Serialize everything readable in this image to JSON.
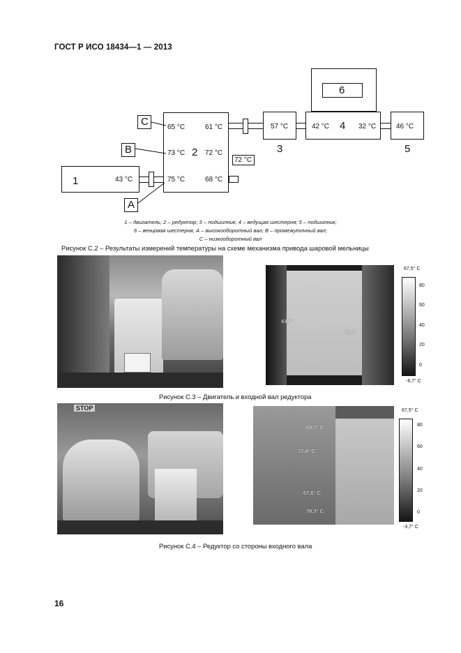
{
  "header": {
    "standard": "ГОСТ Р ИСО 18434—1 — 2013"
  },
  "page_number": "16",
  "diagram": {
    "boxes": {
      "b1": {
        "num": "1",
        "temp": "43 °C"
      },
      "b2": {
        "num": "2",
        "temp_tl": "65 °C",
        "temp_tr": "61 °C",
        "temp_ml": "73 °C",
        "temp_mr": "72 °C",
        "temp_bl": "75 °C",
        "temp_br": "68 °C"
      },
      "b3": {
        "num": "3",
        "temp": "57 °C"
      },
      "b4": {
        "num": "4",
        "temp_l": "42 °C",
        "temp_r": "32 °C"
      },
      "b5": {
        "num": "5",
        "temp": "46 °C"
      },
      "b6": {
        "num": "6"
      },
      "right_shaft_temp": "72 °C"
    },
    "labels": {
      "a": "A",
      "b": "B",
      "c": "C"
    },
    "legend": [
      "1 – двигатель; 2 – редуктор; 3 – подшипник; 4 – ведущая шестерня; 5 – подшипник;",
      "6 – венцовая шестерня, А – высокооборотный вал; В – промежуточный вал;",
      "С – низкооборотный вал"
    ],
    "title": "Рисунок С.2 – Результаты измерений температуры на схеме механизма привода шаровой мельницы"
  },
  "figure_c3": {
    "title": "Рисунок С.3 – Двигатель и входной вал редуктора",
    "thermo": {
      "max": "67,5° C",
      "min": "-8,7° C",
      "ticks": [
        "80",
        "60",
        "40",
        "20",
        "0"
      ],
      "probes": [
        "43,7°",
        "75,4°"
      ]
    }
  },
  "figure_c4": {
    "title": "Рисунок С.4 – Редуктор со стороны входного вала",
    "stop_sign": "STOP",
    "thermo": {
      "max": "67,5° C",
      "min": "-3,7° C",
      "ticks": [
        "80",
        "60",
        "40",
        "20",
        "0"
      ],
      "probes": [
        "63,7° C",
        "72,4° C",
        "67,6° C",
        "78,3° C"
      ]
    }
  }
}
